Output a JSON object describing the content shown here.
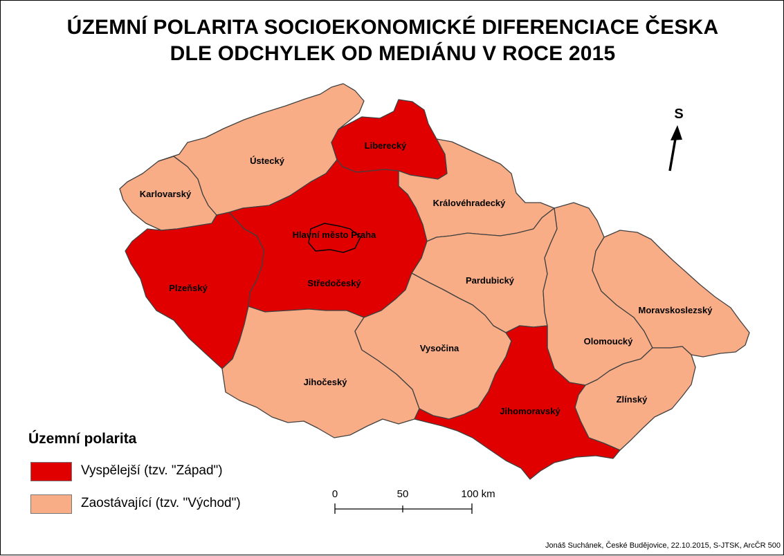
{
  "map": {
    "title_line1": "ÚZEMNÍ POLARITA SOCIOEKONOMICKÉ DIFERENCIACE ČESKA",
    "title_line2": "DLE ODCHYLEK OD MEDIÁNU V ROCE 2015",
    "colors": {
      "west": "#e00000",
      "east": "#f8ad86",
      "outline": "#404040"
    },
    "regions": [
      {
        "id": "karlovarsky",
        "name": "Karlovarský",
        "category": "east"
      },
      {
        "id": "ustecky",
        "name": "Ústecký",
        "category": "east"
      },
      {
        "id": "liberecky",
        "name": "Liberecký",
        "category": "west"
      },
      {
        "id": "kralovehradecky",
        "name": "Královéhradecký",
        "category": "east"
      },
      {
        "id": "praha",
        "name": "Hlavní město Praha",
        "category": "west"
      },
      {
        "id": "stredocesky",
        "name": "Středočeský",
        "category": "west"
      },
      {
        "id": "plzensky",
        "name": "Plzeňský",
        "category": "west"
      },
      {
        "id": "pardubicky",
        "name": "Pardubický",
        "category": "east"
      },
      {
        "id": "moravskoslezsky",
        "name": "Moravskoslezský",
        "category": "east"
      },
      {
        "id": "olomoucky",
        "name": "Olomoucký",
        "category": "east"
      },
      {
        "id": "vysocina",
        "name": "Vysočina",
        "category": "east"
      },
      {
        "id": "jihocesky",
        "name": "Jihočeský",
        "category": "east"
      },
      {
        "id": "zlinsky",
        "name": "Zlínský",
        "category": "east"
      },
      {
        "id": "jihomoravsky",
        "name": "Jihomoravský",
        "category": "west"
      }
    ],
    "legend": {
      "title": "Územní polarita",
      "items": [
        {
          "label": "Vyspělejší (tzv. \"Západ\")",
          "category": "west"
        },
        {
          "label": "Zaostávající (tzv. \"Východ\")",
          "category": "east"
        }
      ]
    },
    "north_arrow": {
      "letter": "S",
      "icon": "north-arrow-icon"
    },
    "scale_bar": {
      "labels": [
        "0",
        "50",
        "100 km"
      ]
    },
    "credit": "Jonáš Suchánek, České Budějovice, 22.10.2015, S-JTSK, ArcČR 500"
  }
}
